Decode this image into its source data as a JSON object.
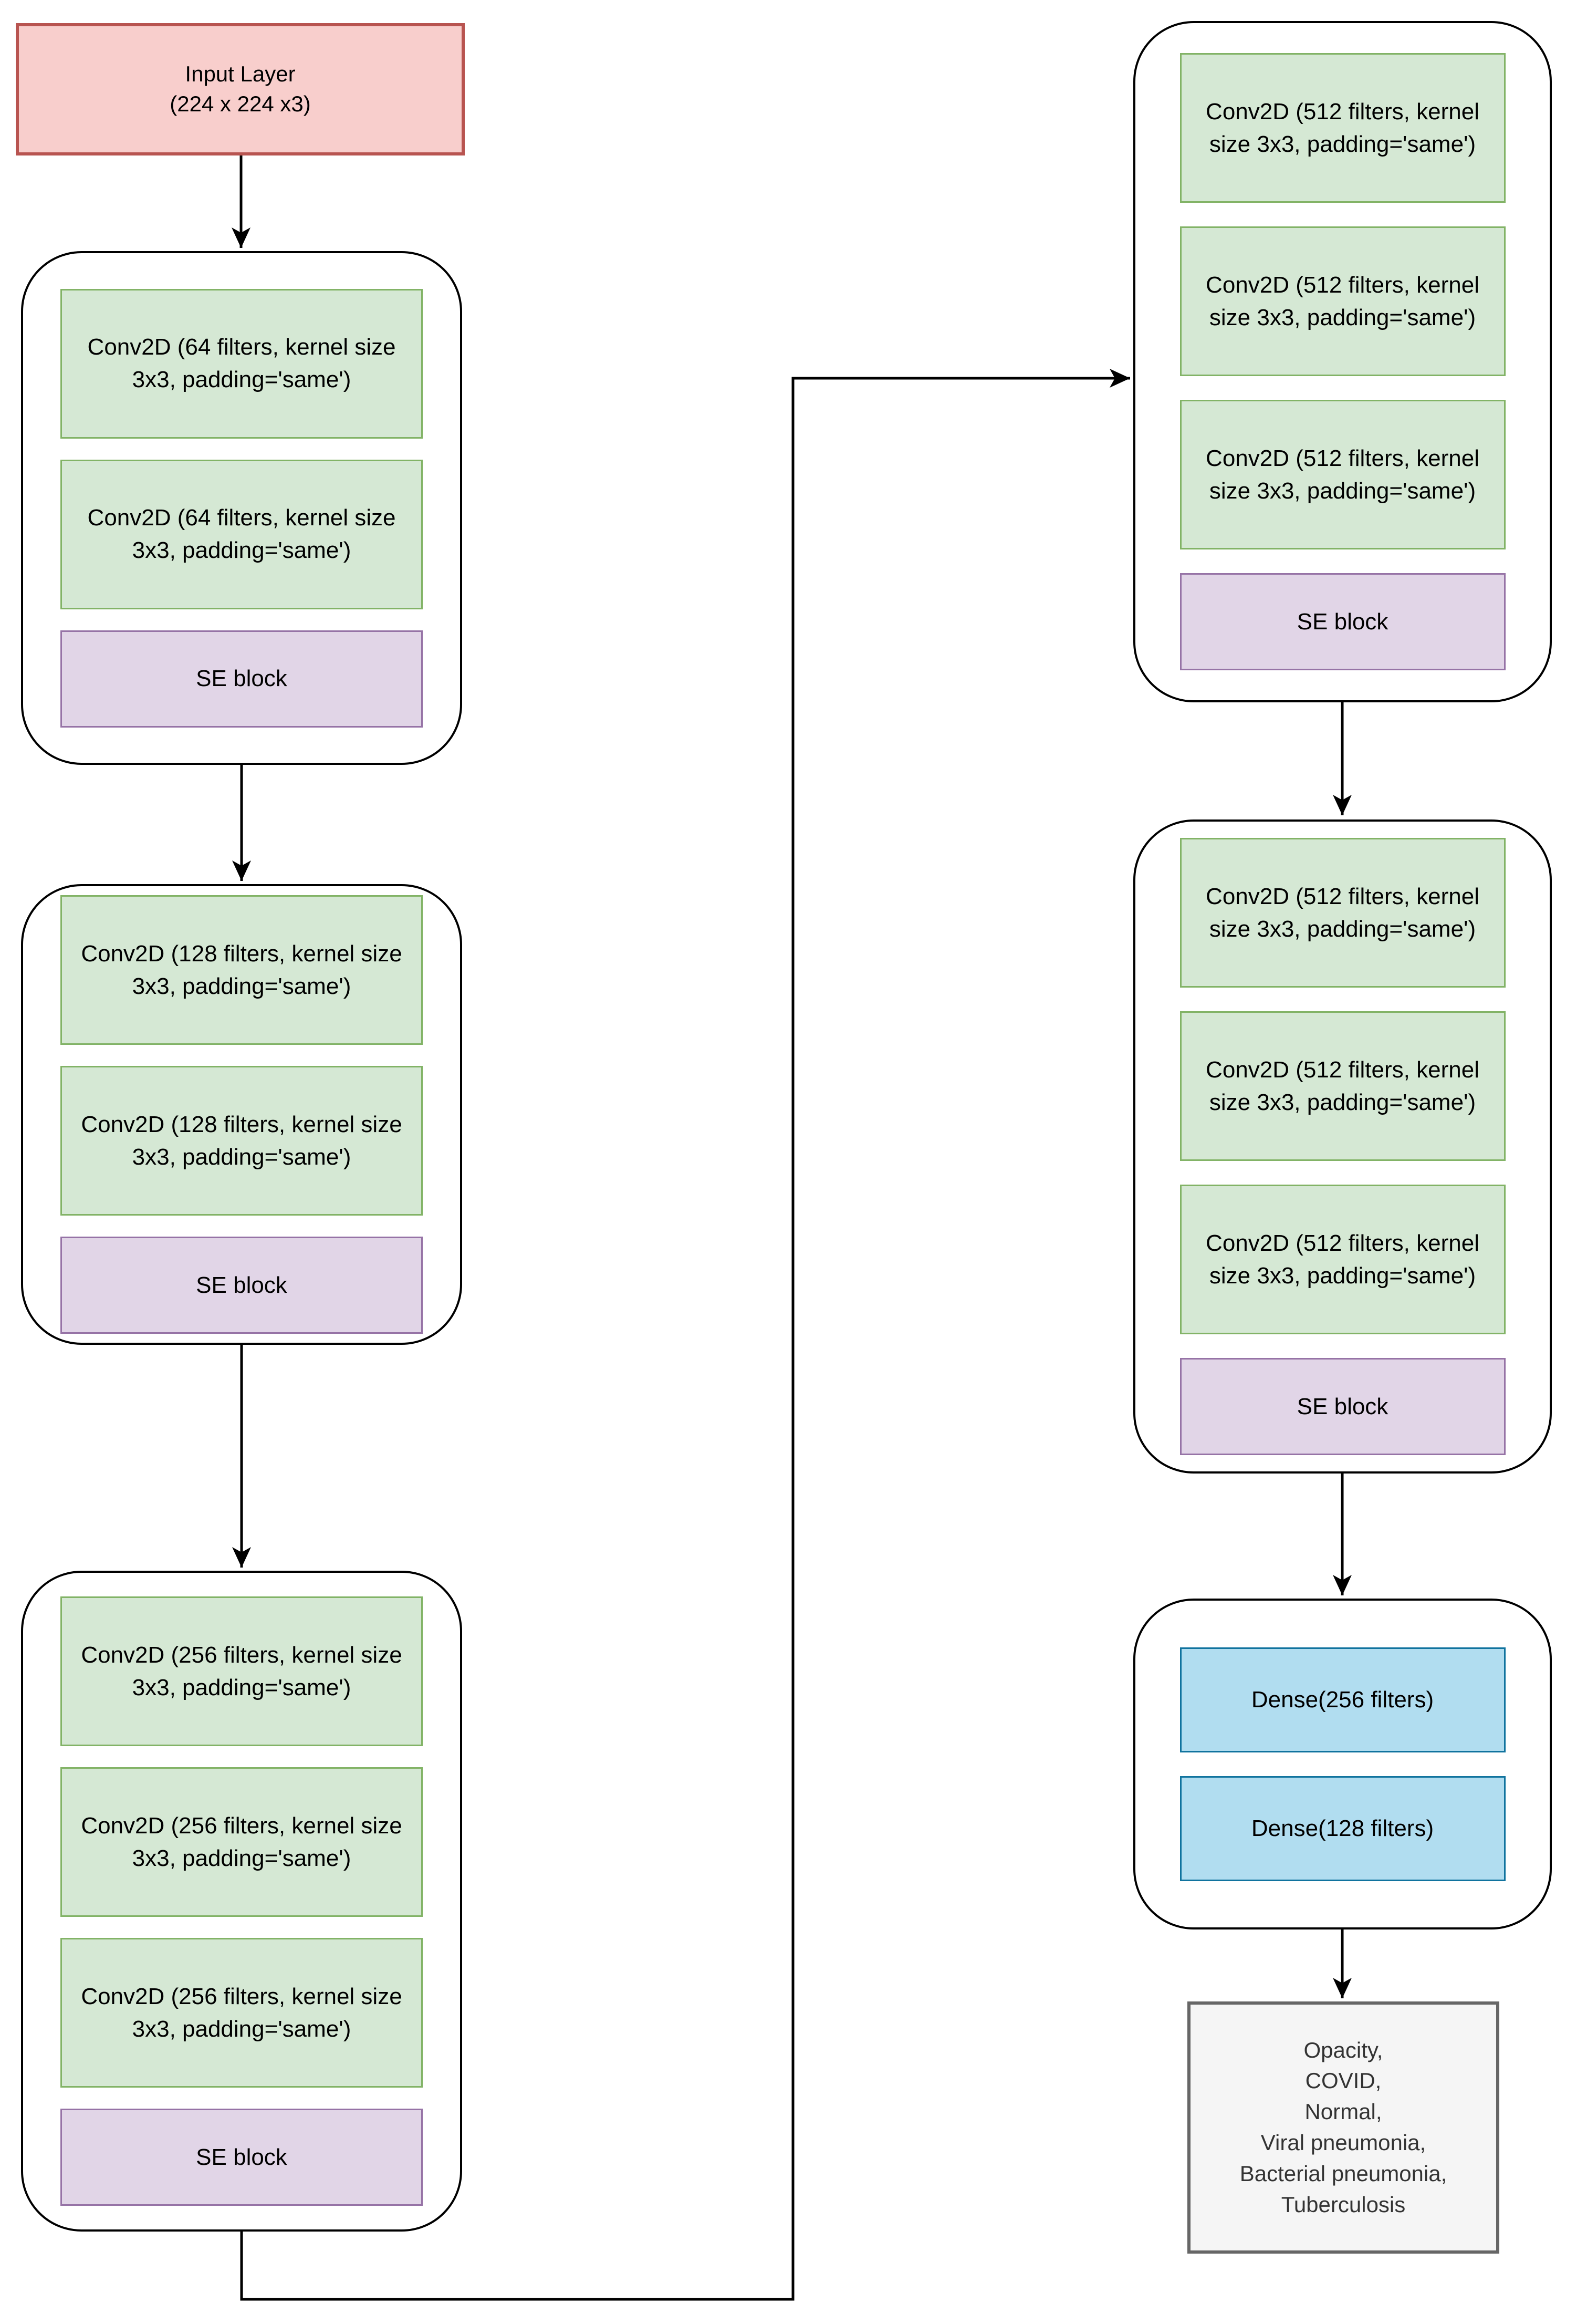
{
  "colors": {
    "input-fill": "#f8cecc",
    "input-stroke": "#b85450",
    "conv-fill": "#d5e8d4",
    "conv-stroke": "#82b366",
    "se-fill": "#e1d5e7",
    "se-stroke": "#9673a6",
    "dense-fill": "#b1ddf0",
    "dense-stroke": "#10739e",
    "output-fill": "#f5f5f5",
    "output-stroke": "#666666",
    "output-text": "#333333",
    "line": "#000000"
  },
  "input_layer": {
    "label": "Input Layer\n(224 x 224 x3)"
  },
  "conv_groups": [
    {
      "name": "conv-block-1",
      "boxes": [
        "Conv2D (64 filters, kernel size 3x3, padding='same')",
        "Conv2D (64 filters, kernel size 3x3, padding='same')"
      ],
      "se_label": "SE block"
    },
    {
      "name": "conv-block-2",
      "boxes": [
        "Conv2D (128 filters, kernel size 3x3, padding='same')",
        "Conv2D (128 filters, kernel size 3x3, padding='same')"
      ],
      "se_label": "SE block"
    },
    {
      "name": "conv-block-3",
      "boxes": [
        "Conv2D (256 filters, kernel size 3x3, padding='same')",
        "Conv2D (256 filters, kernel size 3x3, padding='same')",
        "Conv2D (256 filters, kernel size 3x3, padding='same')"
      ],
      "se_label": "SE block"
    },
    {
      "name": "conv-block-4",
      "boxes": [
        "Conv2D (512 filters, kernel size 3x3, padding='same')",
        "Conv2D (512 filters, kernel size 3x3, padding='same')",
        "Conv2D (512 filters, kernel size 3x3, padding='same')"
      ],
      "se_label": "SE block"
    },
    {
      "name": "conv-block-5",
      "boxes": [
        "Conv2D (512 filters, kernel size 3x3, padding='same')",
        "Conv2D (512 filters, kernel size 3x3, padding='same')",
        "Conv2D (512 filters, kernel size 3x3, padding='same')"
      ],
      "se_label": "SE block"
    }
  ],
  "dense_group": {
    "boxes": [
      "Dense(256 filters)",
      "Dense(128 filters)"
    ]
  },
  "output_box": {
    "label": "Opacity,\nCOVID,\nNormal,\nViral pneumonia,\nBacterial pneumonia,\nTuberculosis"
  }
}
